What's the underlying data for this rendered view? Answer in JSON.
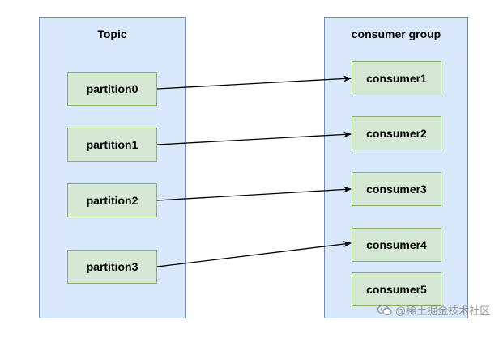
{
  "topic": {
    "title": "Topic",
    "partitions": [
      "partition0",
      "partition1",
      "partition2",
      "partition3"
    ]
  },
  "consumer_group": {
    "title": "consumer group",
    "consumers": [
      "consumer1",
      "consumer2",
      "consumer3",
      "consumer4",
      "consumer5"
    ]
  },
  "edges": [
    {
      "from": "partition0",
      "to": "consumer1"
    },
    {
      "from": "partition1",
      "to": "consumer2"
    },
    {
      "from": "partition2",
      "to": "consumer3"
    },
    {
      "from": "partition3",
      "to": "consumer4"
    }
  ],
  "watermark": {
    "text": "@稀土掘金技术社区",
    "icon": "wechat-icon"
  },
  "colors": {
    "group_fill": "#dae8fc",
    "group_stroke": "#6c8ebf",
    "node_fill": "#d5e8d4",
    "node_stroke": "#82b366",
    "edge": "#000000"
  }
}
